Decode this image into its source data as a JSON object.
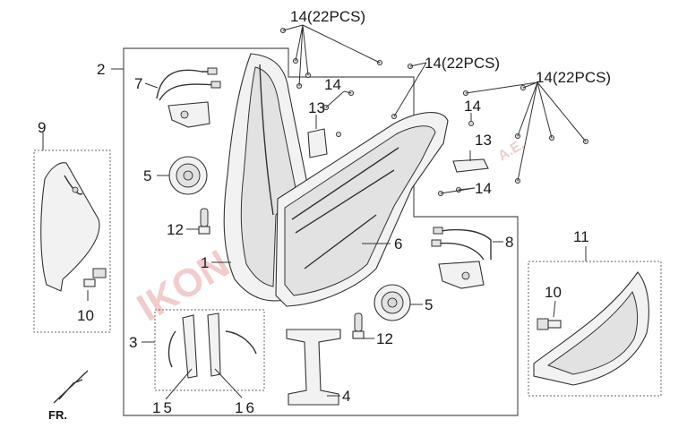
{
  "watermark": {
    "main": "IKON KOREA",
    "suffix": "A.E."
  },
  "labels": {
    "headlight_assembly_frame": "2",
    "headlight_body": "1",
    "lens_assembly": "6",
    "wiring_harness_left": "7",
    "wiring_harness_right": "8",
    "side_lamp_left": "9",
    "side_lamp_right": "11",
    "bulb_side_left": "10",
    "bulb_side_right": "10",
    "rubber_cap_left": "5",
    "rubber_cap_right": "5",
    "bulb_left": "12",
    "bulb_right": "12",
    "bracket_13_left": "13",
    "bracket_13_right": "13",
    "screw_set_top": "14(22PCS)",
    "screw_set_middle": "14(22PCS)",
    "screw_set_right": "14(22PCS)",
    "screw_left": "14",
    "screw_right_upper": "14",
    "screw_right_lower": "14",
    "position_lamp_set": "3",
    "position_lamp_15": "15",
    "position_lamp_16": "16",
    "bracket_4": "4"
  },
  "direction": "FR."
}
